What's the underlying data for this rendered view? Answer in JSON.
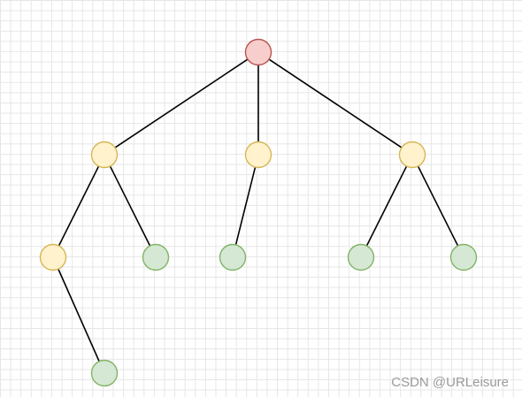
{
  "watermark": "CSDN @URLeisure",
  "colors": {
    "background": "#ffffff",
    "grid": "#e6e6e6",
    "edge": "#000000",
    "root": {
      "fill": "#f8cecc",
      "stroke": "#b85450"
    },
    "internal": {
      "fill": "#fff2cc",
      "stroke": "#d6b656"
    },
    "leaf": {
      "fill": "#d5e8d4",
      "stroke": "#82b366"
    }
  },
  "tree": {
    "nodes": [
      {
        "id": "n0",
        "kind": "root"
      },
      {
        "id": "n1",
        "kind": "internal"
      },
      {
        "id": "n2",
        "kind": "internal"
      },
      {
        "id": "n3",
        "kind": "internal"
      },
      {
        "id": "n4",
        "kind": "internal"
      },
      {
        "id": "n5",
        "kind": "leaf"
      },
      {
        "id": "n6",
        "kind": "leaf"
      },
      {
        "id": "n7",
        "kind": "leaf"
      },
      {
        "id": "n8",
        "kind": "leaf"
      },
      {
        "id": "n9",
        "kind": "leaf"
      }
    ],
    "edges": [
      [
        "n0",
        "n1"
      ],
      [
        "n0",
        "n2"
      ],
      [
        "n0",
        "n3"
      ],
      [
        "n1",
        "n4"
      ],
      [
        "n1",
        "n5"
      ],
      [
        "n2",
        "n6"
      ],
      [
        "n3",
        "n7"
      ],
      [
        "n3",
        "n8"
      ],
      [
        "n4",
        "n9"
      ]
    ]
  }
}
